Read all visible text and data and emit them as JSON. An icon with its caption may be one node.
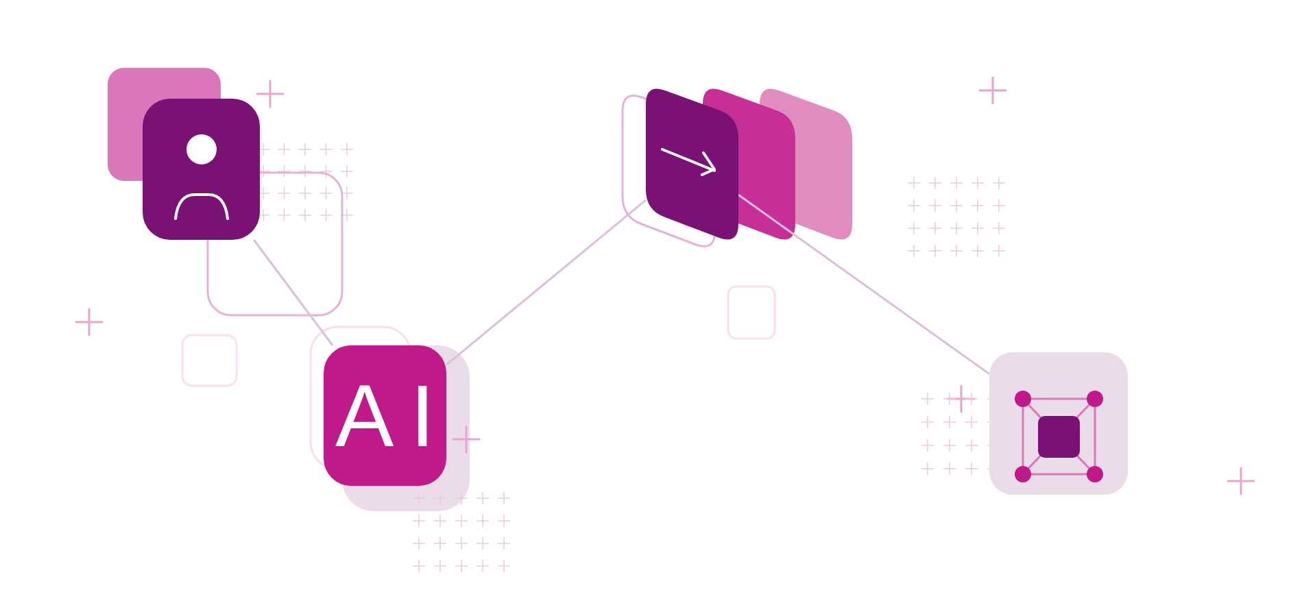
{
  "diagram": {
    "nodes": [
      {
        "text": [],
        "shape": "box"
      },
      {
        "text": [
          "AI"
        ]
      },
      {
        "text": [],
        "shape": "box"
      },
      {
        "text": [],
        "shape": "box"
      }
    ],
    "edges": [
      {
        "from": 0,
        "to": 1,
        "arrow": "none"
      },
      {
        "from": 1,
        "to": 2,
        "arrow": "none"
      },
      {
        "from": 2,
        "to": 3,
        "arrow": "none"
      }
    ]
  }
}
